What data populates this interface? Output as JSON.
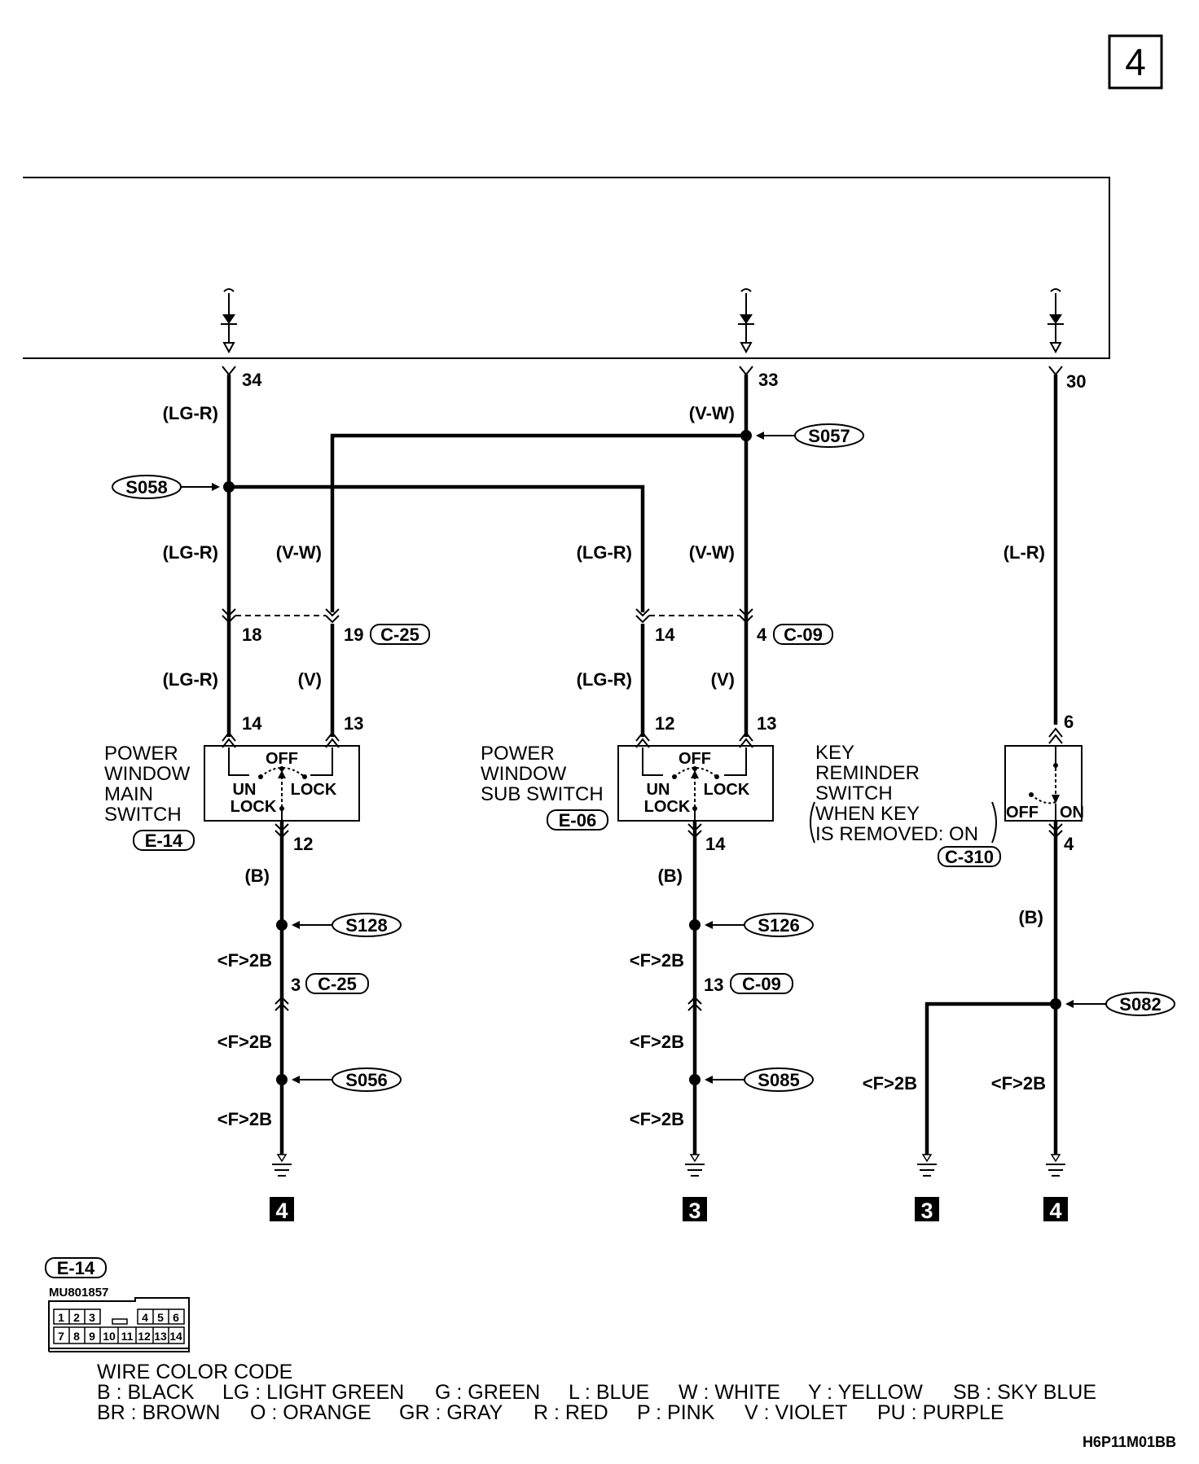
{
  "page_number": "4",
  "image_code": "H6P11M01BB",
  "terminals": {
    "t34": "34",
    "t33": "33",
    "t30": "30",
    "t18": "18",
    "t19": "19",
    "t14a": "14",
    "t4a": "4",
    "t14b": "14",
    "t13b": "13",
    "t12c": "12",
    "t13c": "13",
    "t6": "6",
    "t12": "12",
    "t14d": "14",
    "t4b": "4",
    "t3": "3",
    "t13": "13"
  },
  "wires": {
    "w1": "(LG-R)",
    "w2": "(V-W)",
    "w3": "(LG-R)",
    "w4": "(V-W)",
    "w5": "(LG-R)",
    "w6": "(V-W)",
    "w7": "(L-R)",
    "w8": "(LG-R)",
    "w9": "(V)",
    "w10": "(LG-R)",
    "w11": "(V)",
    "w12": "(B)",
    "w13": "(B)",
    "w14": "(B)",
    "w15": "<F>2B",
    "w16": "<F>2B",
    "w17": "<F>2B",
    "w18": "<F>2B",
    "w19": "<F>2B",
    "w20": "<F>2B",
    "w21": "<F>2B",
    "w22": "<F>2B"
  },
  "splices": {
    "s057": "S057",
    "s058": "S058",
    "s128": "S128",
    "s056": "S056",
    "s126": "S126",
    "s085": "S085",
    "s082": "S082"
  },
  "connectors": {
    "c25a": "C-25",
    "c09a": "C-09",
    "e14": "E-14",
    "e06": "E-06",
    "c310": "C-310",
    "c25b": "C-25",
    "c09b": "C-09",
    "e14b": "E-14"
  },
  "components": {
    "main_switch": {
      "line1": "POWER",
      "line2": "WINDOW",
      "line3": "MAIN",
      "line4": "SWITCH"
    },
    "sub_switch": {
      "line1": "POWER",
      "line2": "WINDOW",
      "line3": "SUB SWITCH"
    },
    "key_switch": {
      "line1": "KEY",
      "line2": "REMINDER",
      "line3": "SWITCH",
      "line4": "WHEN KEY",
      "line5": "IS REMOVED: ON"
    },
    "switch_pos": {
      "off": "OFF",
      "un": "UN",
      "lock1": "LOCK",
      "lock2": "LOCK",
      "on": "ON"
    }
  },
  "grounds": {
    "g1": "4",
    "g2": "3",
    "g3": "3",
    "g4": "4"
  },
  "connector_view": {
    "code": "MU801857",
    "top_pins": [
      "1",
      "2",
      "3",
      "4",
      "5",
      "6"
    ],
    "bottom_pins": [
      "7",
      "8",
      "9",
      "10",
      "11",
      "12",
      "13",
      "14"
    ]
  },
  "wire_color_code": {
    "title": "WIRE COLOR CODE",
    "row1": [
      "B : BLACK",
      "LG : LIGHT GREEN",
      "G : GREEN",
      "L : BLUE",
      "W : WHITE",
      "Y : YELLOW",
      "SB : SKY BLUE"
    ],
    "row2": [
      "BR : BROWN",
      "O : ORANGE",
      "GR : GRAY",
      "R : RED",
      "P : PINK",
      "V : VIOLET",
      "PU : PURPLE"
    ]
  }
}
